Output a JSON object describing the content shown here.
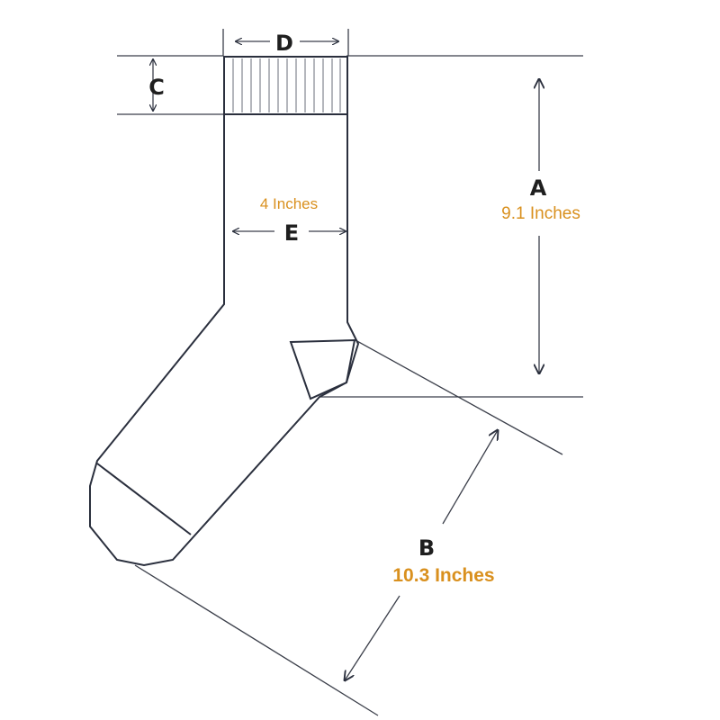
{
  "dimensions": {
    "a": {
      "letter": "A",
      "value": "9.1 Inches"
    },
    "b": {
      "letter": "B",
      "value": "10.3 Inches"
    },
    "c": {
      "letter": "C"
    },
    "d": {
      "letter": "D"
    },
    "e": {
      "letter": "E",
      "value": "4 Inches"
    }
  },
  "colors": {
    "outline": "#2a2f3d",
    "measurement_text": "#d9901e",
    "letter_text": "#1f1f1f"
  }
}
